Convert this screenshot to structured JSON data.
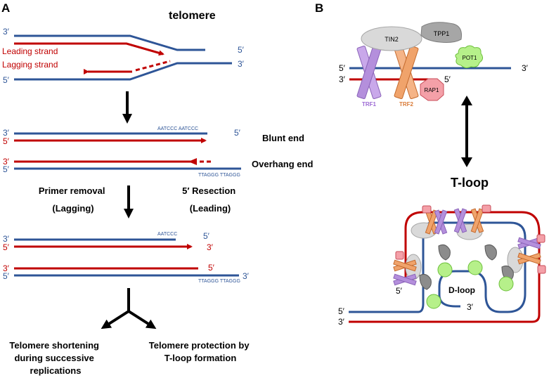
{
  "panel_a": {
    "letter": "A",
    "title": "telomere",
    "fork": {
      "top_left": "3′",
      "top_right": "5′",
      "bottom_left": "5′",
      "bottom_right": "3′",
      "leading_label": "Leading strand",
      "lagging_label": "Lagging strand"
    },
    "pair1": {
      "top_left": "3′",
      "top_right": "5′",
      "top_seq": "AATCCC AATCCC",
      "red_left": "5′",
      "label": "Blunt end"
    },
    "pair2": {
      "red_left": "3′",
      "blue_left": "5′",
      "bottom_seq": "TTAGGG TTAGGG",
      "label": "Overhang end"
    },
    "step_left": [
      "Primer removal",
      "(Lagging)"
    ],
    "step_right": [
      "5′ Resection",
      "(Leading)"
    ],
    "pair3": {
      "top_left": "3′",
      "top_right": "5′",
      "top_seq": "AATCCC",
      "red_left": "5′",
      "red_right": "3′"
    },
    "pair4": {
      "red_left": "3′",
      "red_right": "5′",
      "blue_left": "5′",
      "blue_right": "3′",
      "bottom_seq": "TTAGGG TTAGGG"
    },
    "outcome_left": [
      "Telomere shortening",
      "during successive",
      "replications"
    ],
    "outcome_right": [
      "Telomere protection by",
      "T-loop formation"
    ]
  },
  "panel_b": {
    "letter": "B",
    "proteins": {
      "tin2": "TIN2",
      "tpp1": "TPP1",
      "pot1": "POT1",
      "rap1": "RAP1",
      "trf1": "TRF1",
      "trf2": "TRF2"
    },
    "strand_top_left": "5′",
    "strand_top_right": "3′",
    "strand_red_left": "3′",
    "strand_red_right": "5′",
    "tloop_title": "T-loop",
    "dloop_label": "D-loop",
    "loop_inner_5": "5′",
    "loop_inner_3": "3′",
    "loop_base_5": "5′",
    "loop_base_3": "3′"
  },
  "colors": {
    "blue": "#2e5597",
    "red": "#c00000",
    "purple": "#b48fdc",
    "orange": "#f0a36b",
    "pink": "#f4a0a8",
    "green": "#b6f08a",
    "grey": "#bfbfbf",
    "dark_grey": "#8c8c8c"
  }
}
